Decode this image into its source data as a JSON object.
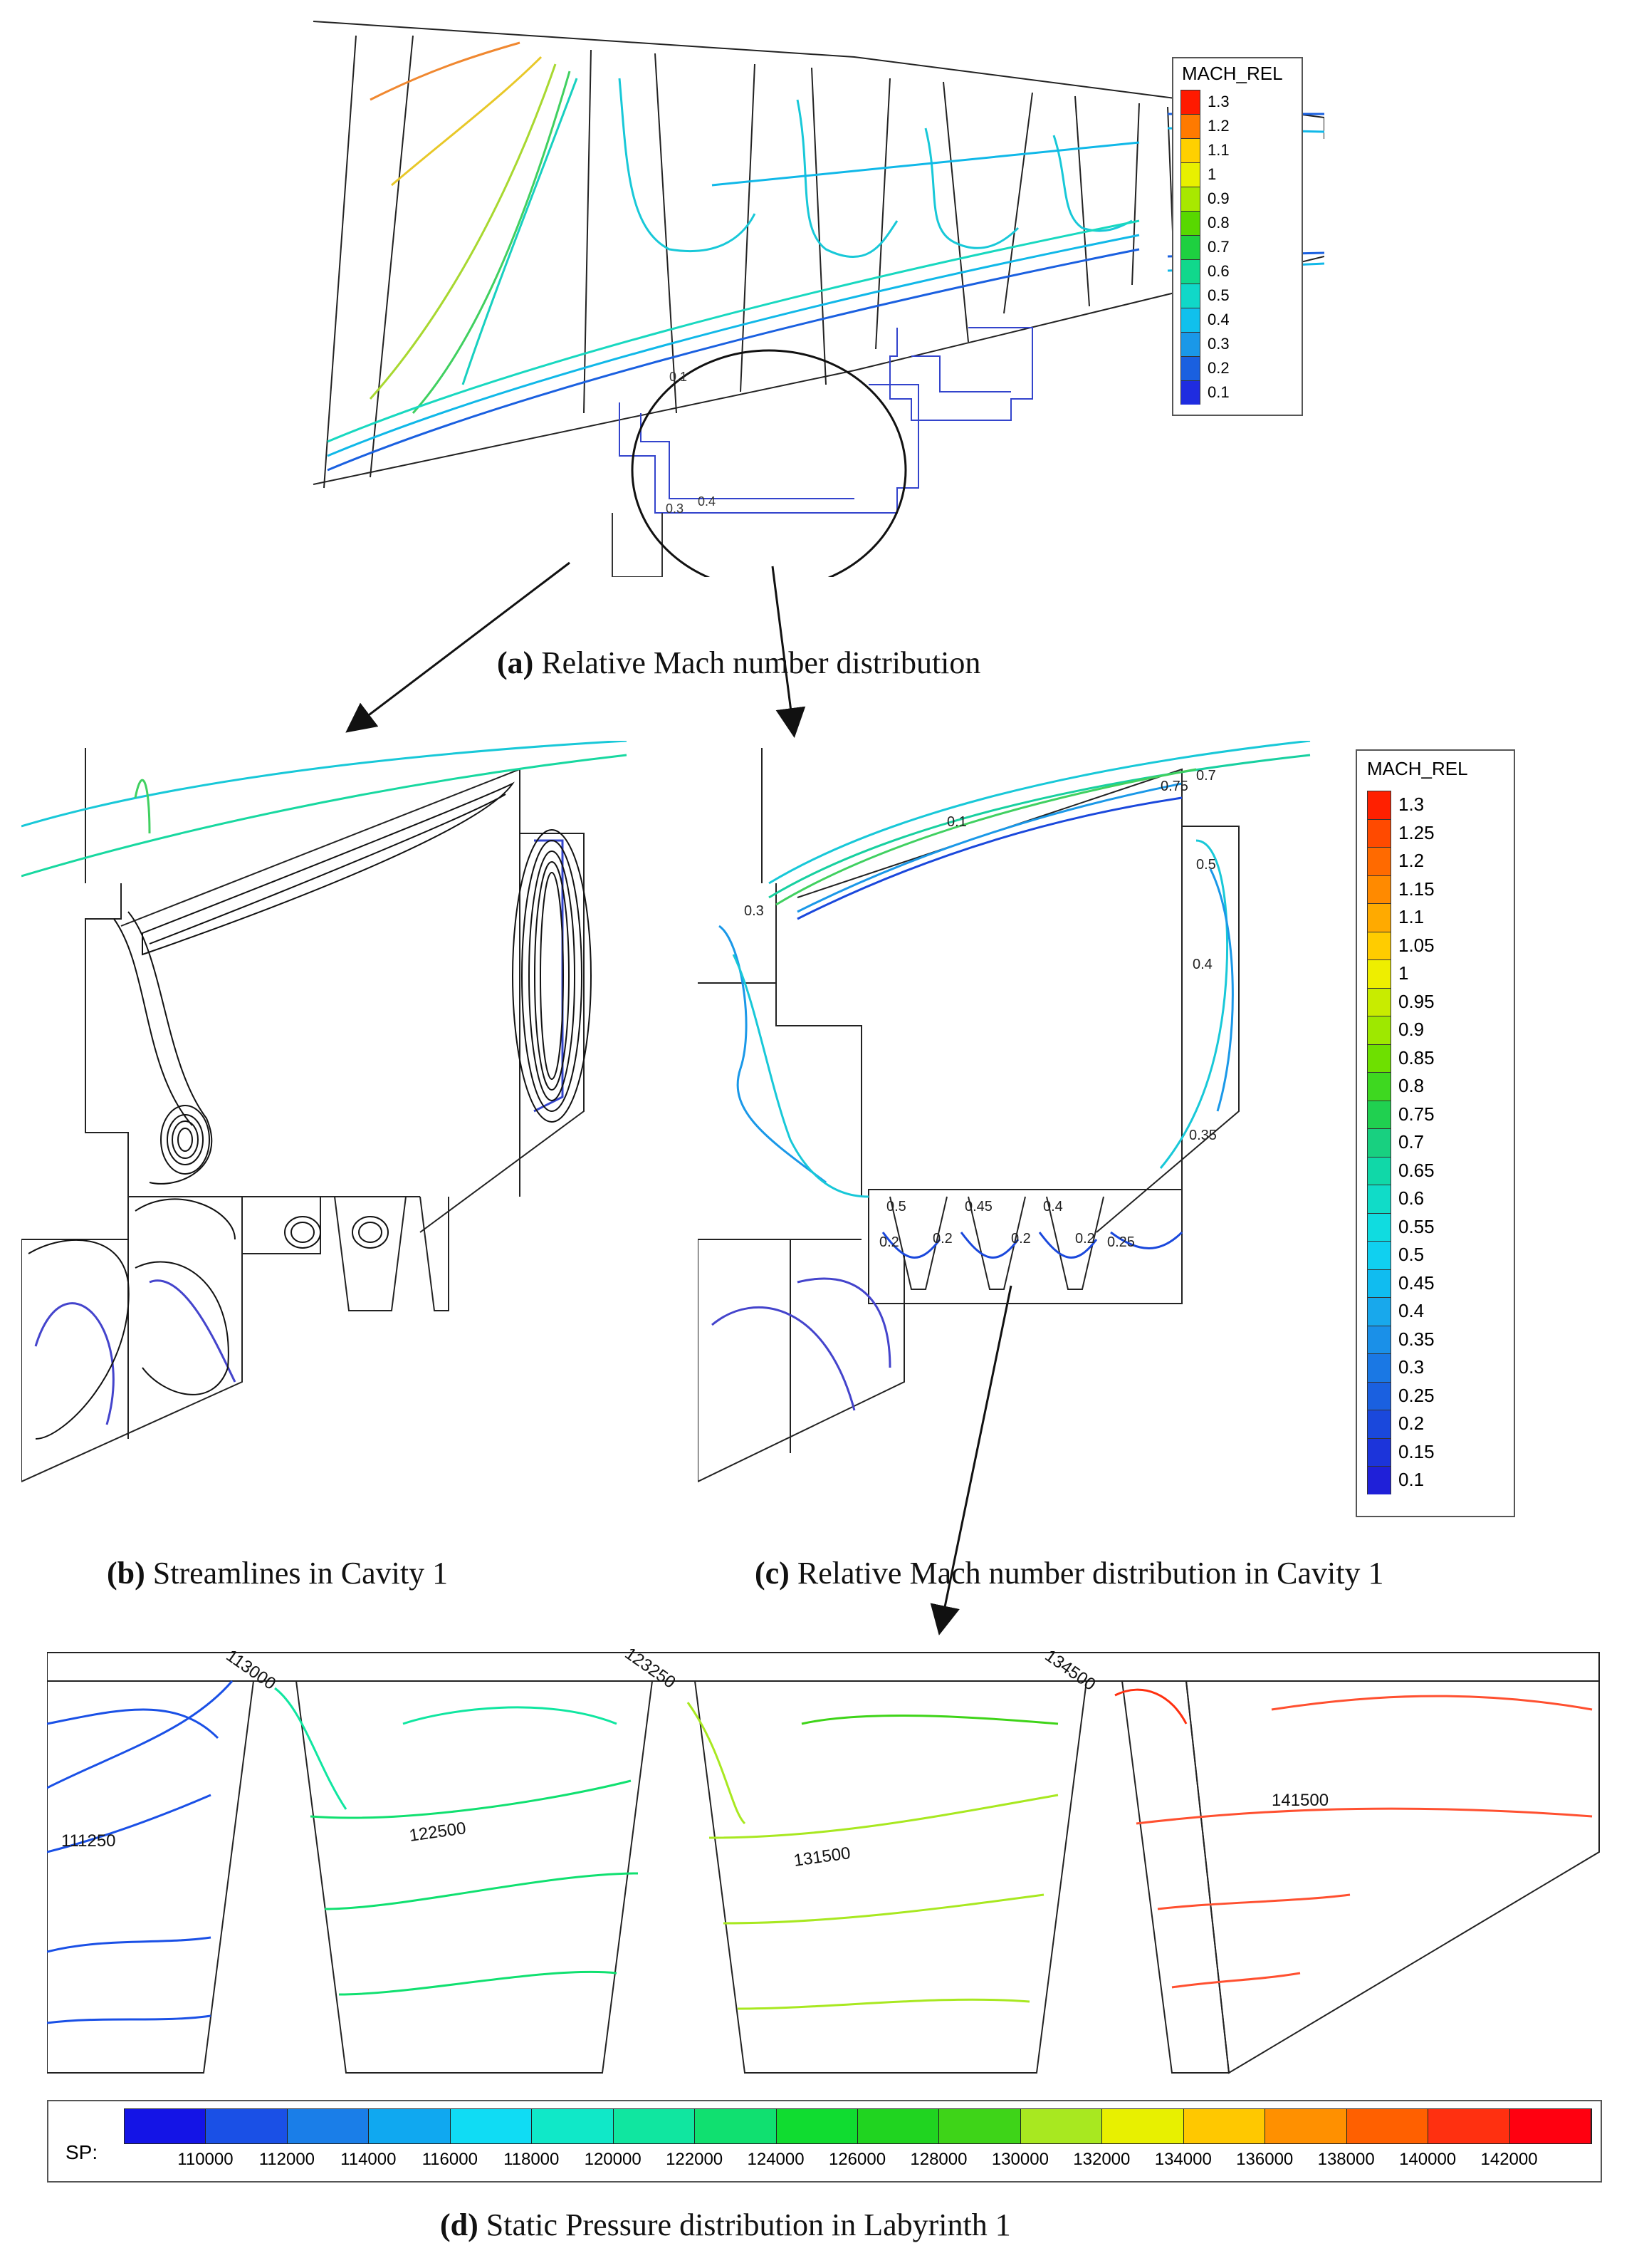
{
  "panel_a": {
    "caption_bold": "(a)",
    "caption_text": " Relative Mach number distribution",
    "legend": {
      "title": "MACH_REL",
      "levels": [
        "1.3",
        "1.2",
        "1.1",
        "1",
        "0.9",
        "0.8",
        "0.7",
        "0.6",
        "0.5",
        "0.4",
        "0.3",
        "0.2",
        "0.1"
      ],
      "colors": [
        "#ff1a00",
        "#ff7a00",
        "#ffd000",
        "#e8f000",
        "#a8e800",
        "#58d800",
        "#1ed040",
        "#10d88c",
        "#10d8c8",
        "#10c0ec",
        "#1a98e8",
        "#1a60e0",
        "#1f2ce0"
      ]
    },
    "contour_labels": [
      "0.1",
      "0.3",
      "0.4"
    ]
  },
  "panel_b": {
    "caption_bold": "(b)",
    "caption_text": " Streamlines in Cavity 1"
  },
  "panel_c": {
    "caption_bold": "(c)",
    "caption_text": " Relative Mach number distribution in Cavity 1",
    "legend": {
      "title": "MACH_REL",
      "levels": [
        "1.3",
        "1.25",
        "1.2",
        "1.15",
        "1.1",
        "1.05",
        "1",
        "0.95",
        "0.9",
        "0.85",
        "0.8",
        "0.75",
        "0.7",
        "0.65",
        "0.6",
        "0.55",
        "0.5",
        "0.45",
        "0.4",
        "0.35",
        "0.3",
        "0.25",
        "0.2",
        "0.15",
        "0.1"
      ],
      "colors": [
        "#ff2000",
        "#ff4a00",
        "#ff6a00",
        "#ff8a00",
        "#ffaa00",
        "#ffcc00",
        "#eeee00",
        "#c8ec00",
        "#9ee800",
        "#6ee000",
        "#3ed820",
        "#20d050",
        "#18d080",
        "#10d8a8",
        "#10dcc8",
        "#10dce0",
        "#10d0f0",
        "#10bcf0",
        "#18a8ec",
        "#1a90e8",
        "#1a78e4",
        "#1a60e0",
        "#1a48dc",
        "#1c34da",
        "#1f20d8"
      ]
    },
    "contour_labels": [
      "0.75",
      "0.7",
      "0.1",
      "0.3",
      "0.5",
      "0.4",
      "0.35",
      "0.5",
      "0.45",
      "0.4",
      "0.2",
      "0.2",
      "0.2",
      "0.2",
      "0.25"
    ]
  },
  "panel_d": {
    "caption_bold": "(d)",
    "caption_text": " Static Pressure distribution in Labyrinth 1",
    "contour_labels": [
      "113000",
      "123250",
      "134500",
      "111250",
      "122500",
      "131500",
      "141500"
    ],
    "colorbar": {
      "label": "SP:",
      "ticks": [
        "110000",
        "112000",
        "114000",
        "116000",
        "118000",
        "120000",
        "122000",
        "124000",
        "126000",
        "128000",
        "130000",
        "132000",
        "134000",
        "136000",
        "138000",
        "140000",
        "142000"
      ],
      "colors": [
        "#1414e6",
        "#1a50e6",
        "#1a7ee8",
        "#10a8f0",
        "#10dcf4",
        "#10e8c8",
        "#10e6a0",
        "#10e070",
        "#10dc30",
        "#20d420",
        "#3ed418",
        "#a8e820",
        "#e8f000",
        "#ffc800",
        "#ff9000",
        "#ff6000",
        "#ff3010",
        "#ff0010"
      ]
    }
  }
}
